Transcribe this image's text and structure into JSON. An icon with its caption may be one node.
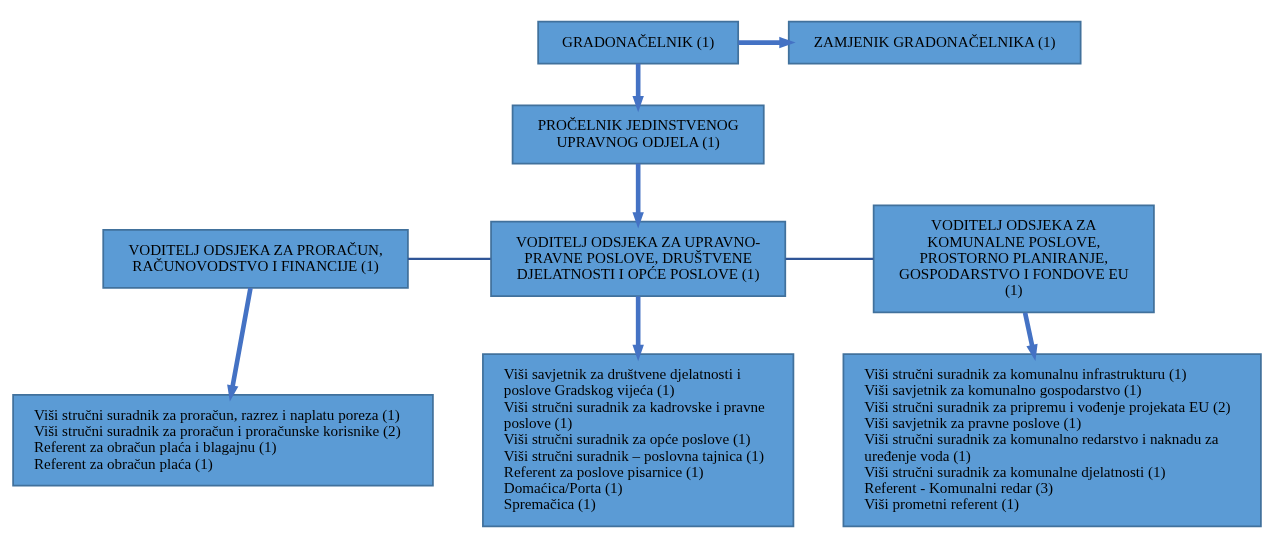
{
  "diagram": {
    "nodes": [
      {
        "text": [
          "GRADONAČELNIK (1)"
        ]
      },
      {
        "text": [
          "ZAMJENIK GRADONAČELNIKA (1)"
        ]
      },
      {
        "text": [
          "PROČELNIK JEDINSTVENOG UPRAVNOG ODJELA (1)"
        ]
      },
      {
        "text": [
          "VODITELJ ODSJEKA ZA PRORAČUN, RAČUNOVODSTVO I FINANCIJE (1)"
        ]
      },
      {
        "text": [
          "VODITELJ ODSJEKA ZA UPRAVNO-PRAVNE POSLOVE, DRUŠTVENE DJELATNOSTI I OPĆE POSLOVE (1)"
        ]
      },
      {
        "text": [
          "VODITELJ ODSJEKA ZA KOMUNALNE POSLOVE, PROSTORNO PLANIRANJE, GOSPODARSTVO I FONDOVE EU (1)"
        ]
      },
      {
        "text": [
          "Viši stručni suradnik za proračun, razrez i naplatu poreza (1)",
          "Viši stručni suradnik za proračun i proračunske korisnike (2)",
          "Referent za obračun plaća i blagajnu (1)",
          "Referent za obračun plaća (1)"
        ]
      },
      {
        "text": [
          "Viši savjetnik za društvene djelatnosti i poslove Gradskog vijeća (1)",
          "Viši stručni suradnik za kadrovske i pravne poslove (1)",
          "Viši stručni suradnik za opće poslove (1)",
          "Viši stručni suradnik – poslovna tajnica (1)",
          "Referent za poslove pisarnice (1)",
          "Domaćica/Porta (1)",
          "Spremačica (1)"
        ]
      },
      {
        "text": [
          "Viši stručni suradnik za komunalnu infrastrukturu (1)",
          "Viši savjetnik za komunalno gospodarstvo (1)",
          "Viši stručni suradnik za pripremu i vođenje projekata EU (2)",
          "Viši savjetnik za pravne poslove (1)",
          "Viši stručni suradnik za komunalno redarstvo i naknadu za uređenje voda (1)",
          "Viši stručni suradnik za komunalne djelatnosti (1)",
          "Referent - Komunalni redar (3)",
          "Viši prometni referent (1)"
        ]
      }
    ],
    "edges": [
      {
        "from": 0,
        "to": 1,
        "arrow": "to"
      },
      {
        "from": 0,
        "to": 2,
        "arrow": "to"
      },
      {
        "from": 2,
        "to": 4,
        "arrow": "to"
      },
      {
        "from": 3,
        "to": 4,
        "arrow": "none"
      },
      {
        "from": 4,
        "to": 5,
        "arrow": "none"
      },
      {
        "from": 3,
        "to": 6,
        "arrow": "to"
      },
      {
        "from": 4,
        "to": 7,
        "arrow": "to"
      },
      {
        "from": 5,
        "to": 8,
        "arrow": "to"
      }
    ]
  }
}
